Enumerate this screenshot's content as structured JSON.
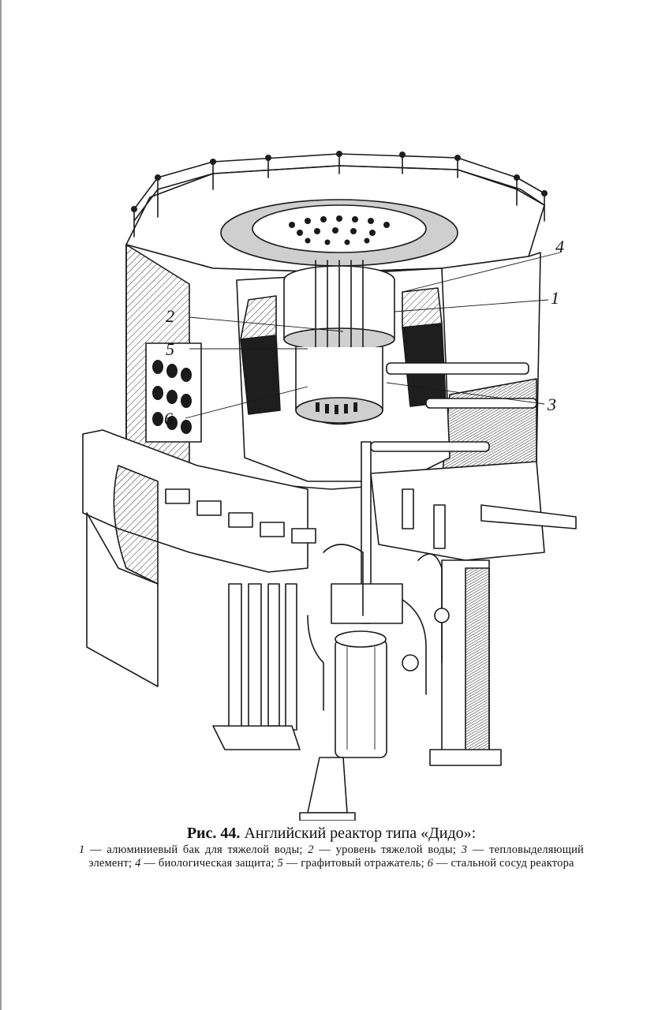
{
  "figure": {
    "callouts": [
      {
        "id": "4",
        "label": "4"
      },
      {
        "id": "1",
        "label": "1"
      },
      {
        "id": "2",
        "label": "2"
      },
      {
        "id": "5",
        "label": "5"
      },
      {
        "id": "3",
        "label": "3"
      },
      {
        "id": "6",
        "label": "6"
      }
    ]
  },
  "caption": {
    "fig_number": "Рис. 44.",
    "title": "Английский реактор типа «Дидо»:",
    "legend": [
      {
        "num": "1",
        "text": " — алюминиевый бак для тяжелой воды; "
      },
      {
        "num": "2",
        "text": " — уровень тяжелой воды; "
      },
      {
        "num": "3",
        "text": " — тепловыделяющий элемент; "
      },
      {
        "num": "4",
        "text": " — биологическая защита; "
      },
      {
        "num": "5",
        "text": " — графитовый отражатель; "
      },
      {
        "num": "6",
        "text": " — стальной сосуд реактора"
      }
    ]
  }
}
